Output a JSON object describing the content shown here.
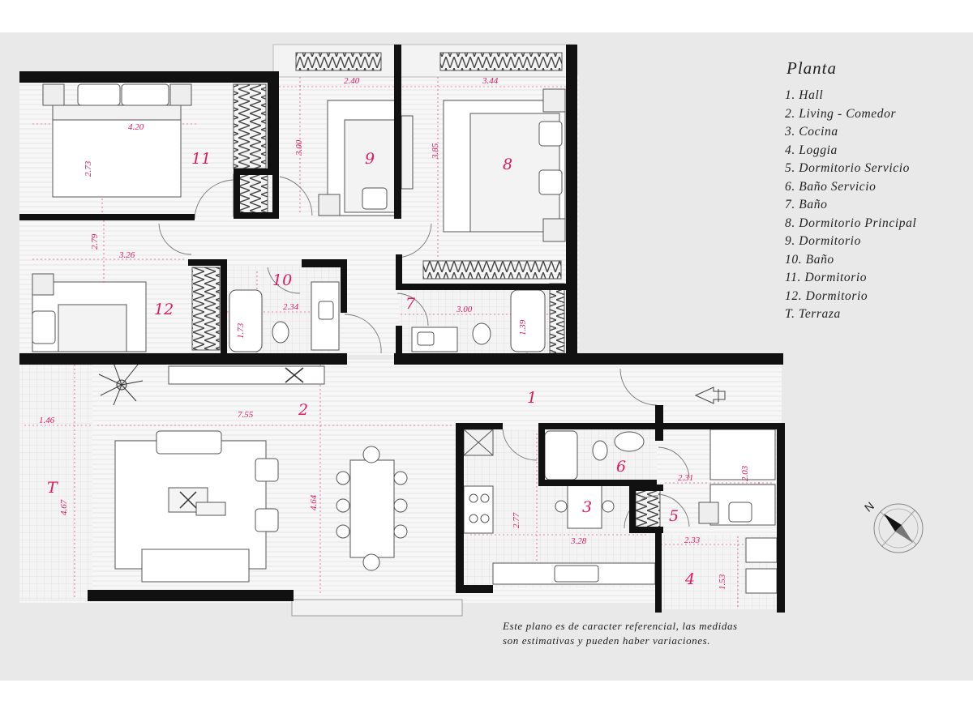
{
  "legend": {
    "title": "Planta",
    "items": [
      "1. Hall",
      "2. Living - Comedor",
      "3. Cocina",
      "4. Loggia",
      "5. Dormitorio Servicio",
      "6. Baño Servicio",
      "7. Baño",
      "8. Dormitorio Principal",
      "9. Dormitorio",
      "10. Baño",
      "11. Dormitorio",
      "12. Dormitorio",
      "T. Terraza"
    ]
  },
  "disclaimer": {
    "line1": "Este plano es de caracter referencial, las medidas",
    "line2": "son estimativas y pueden haber variaciones."
  },
  "room_numbers": {
    "r1": "1",
    "r2": "2",
    "r3": "3",
    "r4": "4",
    "r5": "5",
    "r6": "6",
    "r7": "7",
    "r8": "8",
    "r9": "9",
    "r10": "10",
    "r11": "11",
    "r12": "12",
    "rT": "T"
  },
  "dimensions": {
    "d_11_w": "4.20",
    "d_11_h": "2.73",
    "d_9_w": "2.40",
    "d_9_h": "3.00",
    "d_8_w": "3.44",
    "d_8_h": "3.85",
    "d_12_w": "3.26",
    "d_12_h": "2.79",
    "d_10_w": "2.34",
    "d_10_h": "1.73",
    "d_7_w": "3.00",
    "d_7_h": "1.39",
    "d_T_w": "1.46",
    "d_T_h": "4.67",
    "d_2_w": "7.55",
    "d_2_h": "4.64",
    "d_3_w": "3.28",
    "d_3_h": "2.77",
    "d_5_w": "2.31",
    "d_5_h": "2.03",
    "d_4_w": "2.33",
    "d_4_h": "1.53"
  },
  "colors": {
    "wall": "#111111",
    "accent": "#e0195e",
    "background": "#e9e9e9",
    "floor": "#f6f6f6"
  },
  "icons": {
    "north": "north-compass-icon",
    "entry": "entry-arrow-icon"
  }
}
